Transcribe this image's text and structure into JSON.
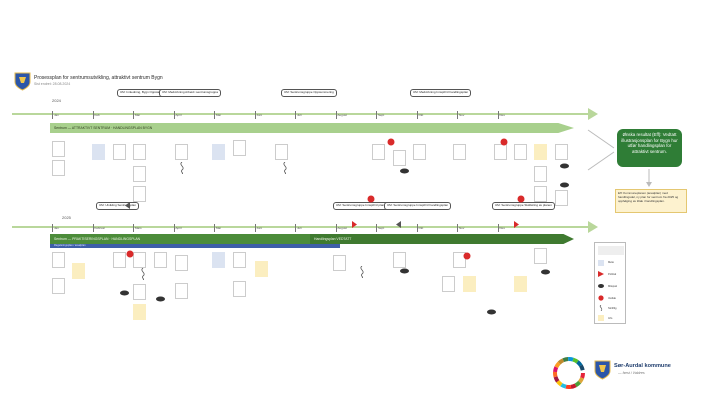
{
  "header": {
    "title": "Prosessplan for sentrumsutvikling, attraktivt sentrum Bygn",
    "subtitle": "Sist endret: 28.08.2024"
  },
  "timeline1": {
    "year": "2024",
    "months": [
      "Jan",
      "Feb",
      "Mar",
      "April",
      "Mai",
      "Juni",
      "Juli",
      "August",
      "Sept",
      "Okt",
      "Nov",
      "Des"
    ],
    "band": "Sentrum — ATTRAKTIVT SENTRUM · HANDLINGSPLAN BYGN",
    "callouts": [
      "UM: Innledning, Bygn Oppstart av prosess",
      "UM: Medvirkning Arbeid i sentrumsgruppa",
      "UM: Sentrumsgruppe Oppsummering",
      "UM: Medvirkning Innspill til handlingsplan"
    ]
  },
  "timeline2": {
    "year": "2025",
    "months": [
      "Jan",
      "Februar",
      "Mars",
      "April",
      "Mai",
      "Juni",
      "Juli",
      "August",
      "Sept",
      "Okt",
      "Nov",
      "Des"
    ],
    "band": "Sentrum — PRAKTISERINGSPLAN · HANDLINGSPLAN",
    "band_end": "Handlingsplan VEDTATT",
    "blue_band": "Reguleringsplan / arealplan",
    "callouts": [
      "UM: Utvikling Sentrumsplan",
      "UM: Sentrumsgruppe Innspill til planarbeid",
      "UM: Sentrumsgruppe Innspill til handlingsplan",
      "UM: Sentrumsgruppe Sluttføring av planen"
    ]
  },
  "result": {
    "main": "Ønska resultat (Eff): Vedtatt illustrasjonsplan for Bygn hur utfør handlingsplan for attraktivt sentrum.",
    "secondary": "Eff: Kommuneplanen (arealplan) med handlingsdel, ny plan for sentrum fra 2025 og oppfølging av tiltak i handlingsplan."
  },
  "legend": {
    "items": [
      "Møte",
      "Politisk",
      "Milepæl",
      "Vedtak",
      "Skriftlig",
      "Info"
    ]
  },
  "footer": {
    "kommune": "Sør-Aurdal kommune",
    "tagline": "— først i Valdres"
  },
  "colors": {
    "accent_green": "#2f7d36",
    "band_light": "#a8d08d",
    "band_dark": "#4c8c3a",
    "blue_band": "#3e5ea8",
    "red_marker": "#d92a2a",
    "sdg_ring": "multicolor"
  }
}
